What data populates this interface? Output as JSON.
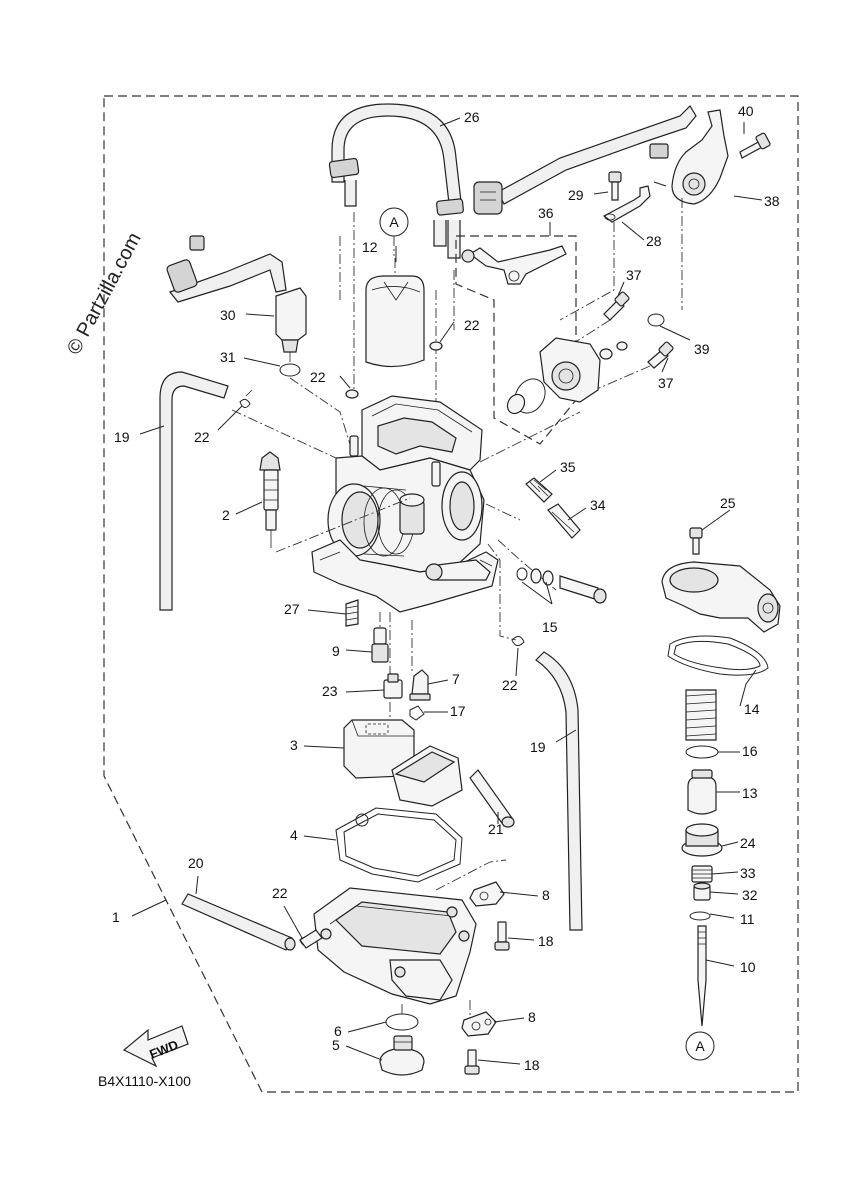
{
  "watermark": "© Partzilla.com",
  "figure_code": "B4X1110-X100",
  "fwd_label": "FWD",
  "ref_marker": "A",
  "callouts": {
    "c1": "1",
    "c2": "2",
    "c3": "3",
    "c4": "4",
    "c5": "5",
    "c6": "6",
    "c7": "7",
    "c8": "8",
    "c9": "9",
    "c10": "10",
    "c11": "11",
    "c12": "12",
    "c13": "13",
    "c14": "14",
    "c15": "15",
    "c16": "16",
    "c17": "17",
    "c18": "18",
    "c19": "19",
    "c20": "20",
    "c21": "21",
    "c22": "22",
    "c23": "23",
    "c24": "24",
    "c25": "25",
    "c26": "26",
    "c27": "27",
    "c28": "28",
    "c29": "29",
    "c30": "30",
    "c31": "31",
    "c32": "32",
    "c33": "33",
    "c34": "34",
    "c35": "35",
    "c36": "36",
    "c37": "37",
    "c38": "38",
    "c39": "39",
    "c40": "40"
  }
}
